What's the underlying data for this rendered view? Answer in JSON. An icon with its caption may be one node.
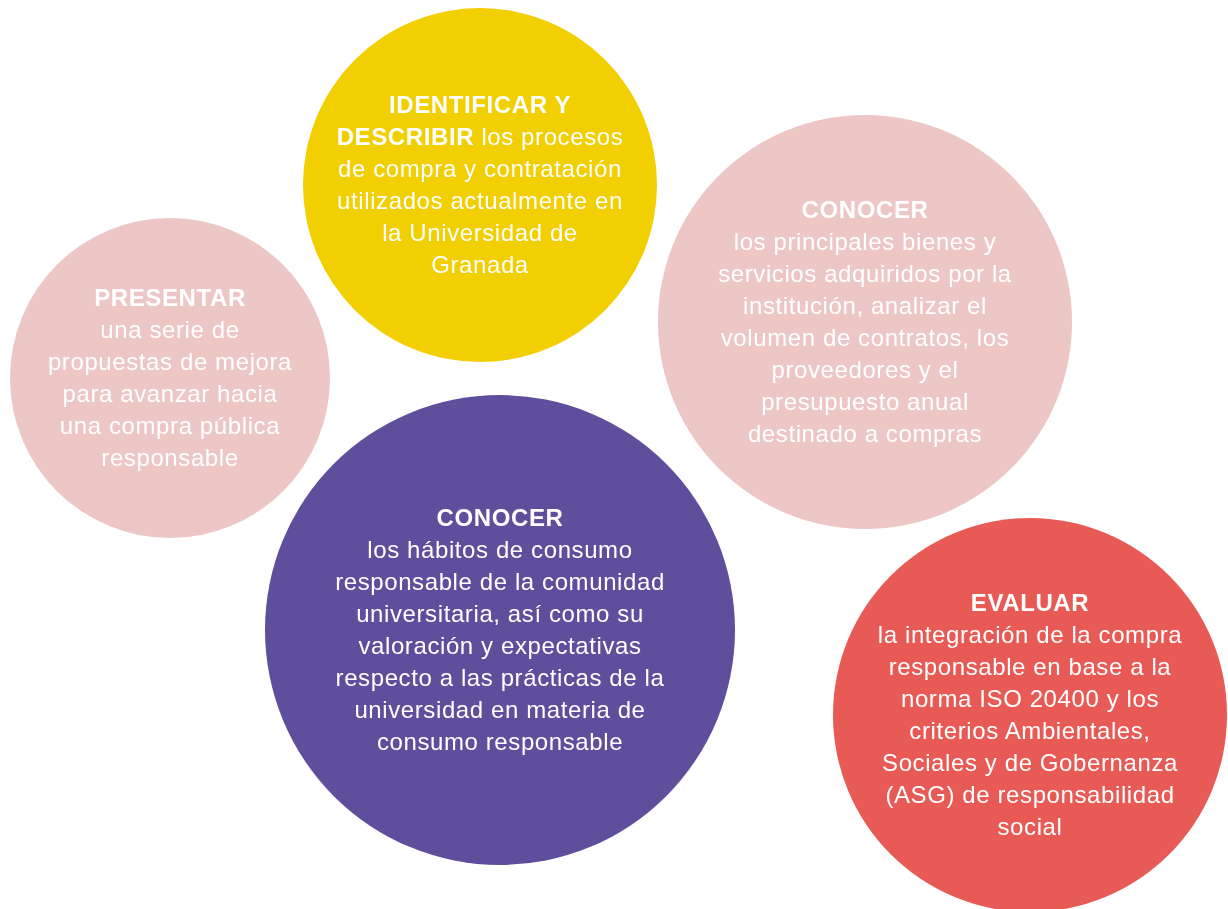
{
  "diagram": {
    "nodes": [
      {
        "text": [
          "**IDENTIFICAR Y DESCRIBIR** los procesos de compra y contratación utilizados actualmente en la Universidad de Granada"
        ]
      },
      {
        "text": [
          "CONOCER",
          "los principales bienes y servicios adquiridos por la institución, analizar el volumen de contratos, los proveedores y el presupuesto anual destinado a compras"
        ]
      },
      {
        "text": [
          "PRESENTAR",
          "una serie de propuestas de mejora para avanzar hacia una compra pública responsable"
        ]
      },
      {
        "text": [
          "CONOCER",
          "los hábitos de consumo responsable de la comunidad universitaria, así como su valoración y expectativas respecto a las prácticas de la universidad en materia de consumo responsable"
        ]
      },
      {
        "text": [
          "EVALUAR",
          "la integración de la compra responsable en base a la norma ISO 20400 y los criterios Ambientales, Sociales y de Gobernanza (ASG) de responsabilidad social"
        ]
      }
    ]
  }
}
